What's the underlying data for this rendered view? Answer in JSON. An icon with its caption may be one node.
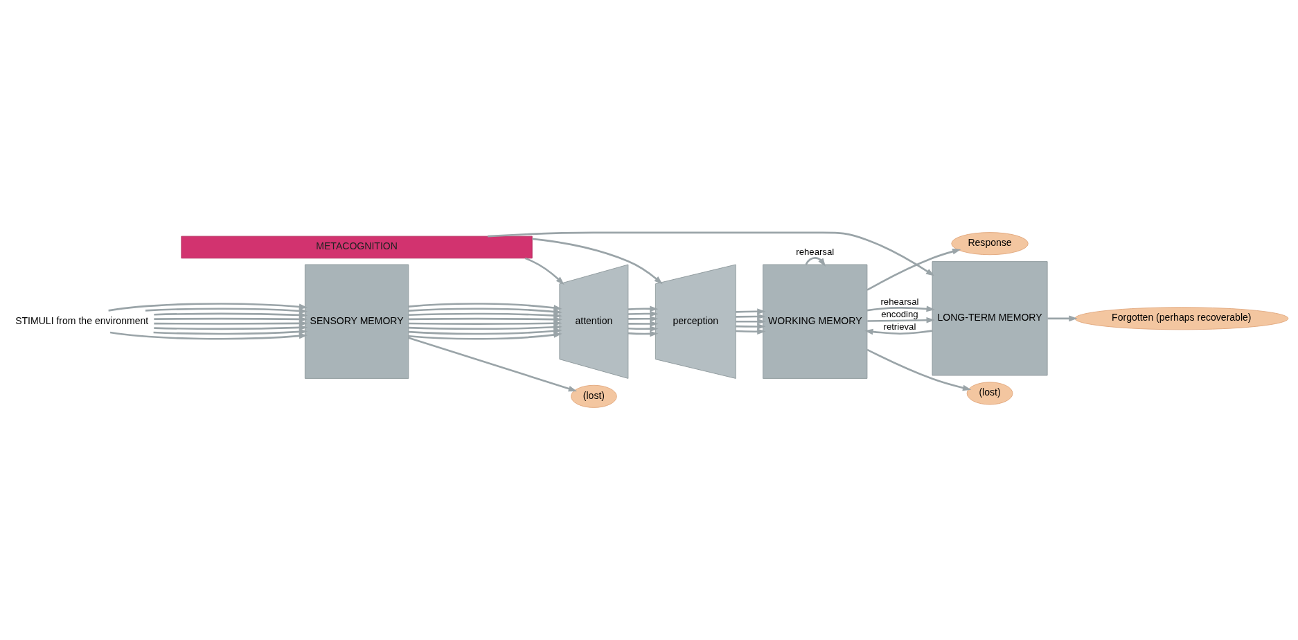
{
  "diagram": {
    "nodes": [
      {
        "text": [
          "STIMULI from the environment"
        ]
      },
      {
        "text": [
          "SENSORY MEMORY"
        ]
      },
      {
        "text": [
          "attention"
        ]
      },
      {
        "text": [
          "perception"
        ]
      },
      {
        "text": [
          "WORKING MEMORY"
        ]
      },
      {
        "text": [
          "LONG-TERM MEMORY"
        ]
      },
      {
        "text": [
          "METACOGNITION"
        ]
      },
      {
        "text": [
          "Response"
        ]
      },
      {
        "text": [
          "(lost)"
        ]
      },
      {
        "text": [
          "(lost)"
        ]
      },
      {
        "text": [
          "Forgotten (perhaps recoverable)"
        ]
      }
    ],
    "edges": [
      {
        "from": 0,
        "to": 1,
        "arrow": "to"
      },
      {
        "from": 0,
        "to": 1,
        "arrow": "to"
      },
      {
        "from": 0,
        "to": 1,
        "arrow": "to"
      },
      {
        "from": 0,
        "to": 1,
        "arrow": "to"
      },
      {
        "from": 0,
        "to": 1,
        "arrow": "to"
      },
      {
        "from": 0,
        "to": 1,
        "arrow": "to"
      },
      {
        "from": 0,
        "to": 1,
        "arrow": "to"
      },
      {
        "from": 0,
        "to": 1,
        "arrow": "to"
      },
      {
        "from": 1,
        "to": 2,
        "arrow": "to"
      },
      {
        "from": 1,
        "to": 2,
        "arrow": "to"
      },
      {
        "from": 1,
        "to": 2,
        "arrow": "to"
      },
      {
        "from": 1,
        "to": 2,
        "arrow": "to"
      },
      {
        "from": 1,
        "to": 2,
        "arrow": "to"
      },
      {
        "from": 1,
        "to": 2,
        "arrow": "to"
      },
      {
        "from": 1,
        "to": 2,
        "arrow": "to"
      },
      {
        "from": 1,
        "to": 2,
        "arrow": "to"
      },
      {
        "from": 2,
        "to": 3,
        "arrow": "to"
      },
      {
        "from": 2,
        "to": 3,
        "arrow": "to"
      },
      {
        "from": 2,
        "to": 3,
        "arrow": "to"
      },
      {
        "from": 2,
        "to": 3,
        "arrow": "to"
      },
      {
        "from": 2,
        "to": 3,
        "arrow": "to"
      },
      {
        "from": 2,
        "to": 3,
        "arrow": "to"
      },
      {
        "from": 3,
        "to": 4,
        "arrow": "to"
      },
      {
        "from": 3,
        "to": 4,
        "arrow": "to"
      },
      {
        "from": 3,
        "to": 4,
        "arrow": "to"
      },
      {
        "from": 3,
        "to": 4,
        "arrow": "to"
      },
      {
        "from": 3,
        "to": 4,
        "arrow": "to"
      },
      {
        "from": 6,
        "to": 2,
        "arrow": "to"
      },
      {
        "from": 6,
        "to": 3,
        "arrow": "to"
      },
      {
        "from": 6,
        "to": 5,
        "arrow": "to"
      },
      {
        "from": 4,
        "to": 4,
        "arrow": "to",
        "label": "rehearsal"
      },
      {
        "from": 4,
        "to": 7,
        "arrow": "to"
      },
      {
        "from": 4,
        "to": 5,
        "arrow": "to",
        "label": "rehearsal"
      },
      {
        "from": 4,
        "to": 5,
        "arrow": "to",
        "label": "encoding"
      },
      {
        "from": 5,
        "to": 4,
        "arrow": "to",
        "label": "retrieval"
      },
      {
        "from": 1,
        "to": 8,
        "arrow": "to"
      },
      {
        "from": 4,
        "to": 9,
        "arrow": "to"
      },
      {
        "from": 5,
        "to": 10,
        "arrow": "to"
      }
    ]
  }
}
